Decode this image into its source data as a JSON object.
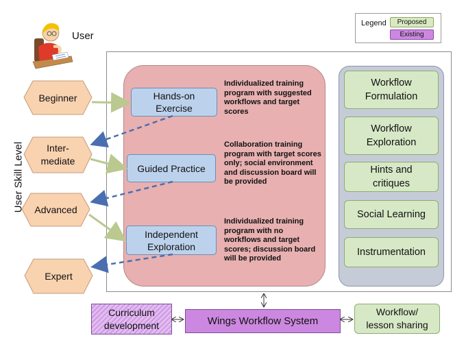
{
  "legend": {
    "title": "Legend",
    "proposed": "Proposed",
    "existing": "Existing"
  },
  "user": {
    "label": "User"
  },
  "axis": {
    "skill_level": "User Skill Level"
  },
  "skill_levels": [
    {
      "line1": "Beginner",
      "line2": ""
    },
    {
      "line1": "Inter-",
      "line2": "mediate"
    },
    {
      "line1": "Advanced",
      "line2": ""
    },
    {
      "line1": "Expert",
      "line2": ""
    }
  ],
  "training_modes": [
    {
      "line1": "Hands-on",
      "line2": "Exercise",
      "description": "Individualized training program with suggested workflows and target scores"
    },
    {
      "line1": "Guided Practice",
      "line2": "",
      "description": "Collaboration training program with target scores only; social environment and discussion board will be provided"
    },
    {
      "line1": "Independent",
      "line2": "Exploration",
      "description": "Individualized training program with no workflows and target scores; discussion board will be provided"
    }
  ],
  "components": [
    {
      "line1": "Workflow",
      "line2": "Formulation"
    },
    {
      "line1": "Workflow",
      "line2": "Exploration"
    },
    {
      "line1": "Hints and",
      "line2": "critiques"
    },
    {
      "line1": "Social Learning",
      "line2": ""
    },
    {
      "line1": "Instrumentation",
      "line2": ""
    }
  ],
  "bottom": {
    "curriculum": {
      "line1": "Curriculum",
      "line2": "development"
    },
    "wings": "Wings Workflow System",
    "sharing": {
      "line1": "Workflow/",
      "line2": "lesson sharing"
    }
  },
  "colors": {
    "proposed": "#d9e9c1",
    "existing": "#cc88e0",
    "skill_hexagon": "#f9d2b0",
    "training_panel": "#e8b0b0",
    "mode_box": "#bcd2ec",
    "component_panel": "#c6cbd8",
    "arrow_dashed": "#4a6fb0"
  }
}
